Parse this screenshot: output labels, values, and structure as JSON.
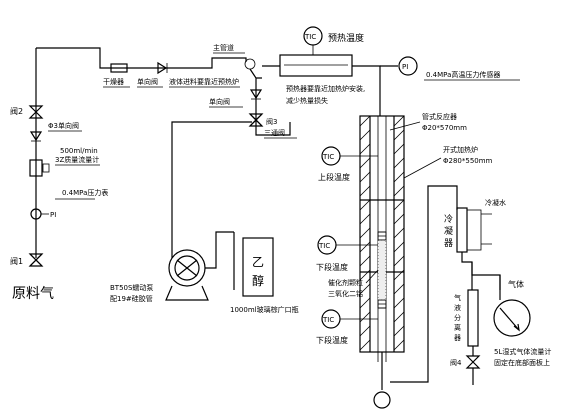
{
  "labels": {
    "raw_gas": "原料气",
    "valve1": "阀1",
    "valve2": "阀2",
    "valve3": "阀3",
    "valve4": "阀4",
    "pressure_gauge_left": "0.4MPa压力表",
    "mass_flowmeter_range": "500ml/min",
    "mass_flowmeter": "3Z质量流量计",
    "phi3_check_valve": "Φ3单向阀",
    "dryer": "干燥器",
    "check_valve_top": "单向阀",
    "check_valve_mid": "单向阀",
    "liquid_feed_note": "液体进料要靠近预热炉",
    "main_pipe": "主管道",
    "preheat_temp": "预热温度",
    "preheater_note_line1": "预热器要靠近加热炉安装,",
    "preheater_note_line2": "减少热量损失",
    "pressure_sensor_right": "0.4MPa高温压力传感器",
    "three_way_valve": "三通阀",
    "tube_reactor": "管式反应器",
    "tube_reactor_size": "Φ20*570mm",
    "split_furnace": "开式加热炉",
    "split_furnace_size": "Φ280*550mm",
    "upper_temp": "上段温度",
    "lower_temp_1": "下段温度",
    "lower_temp_2": "下段温度",
    "catalyst_line1": "催化剂颗粒",
    "catalyst_line2": "三氧化二铝",
    "condenser": "冷凝器",
    "cooling_water": "冷凝水",
    "gas_liquid_separator": "气液分离器",
    "pump_line1": "BT50S蠕动泵",
    "pump_line2": "配19#硅胶管",
    "ethanol_char1": "乙",
    "ethanol_char2": "醇",
    "bottle_label": "1000ml玻璃棕广口瓶",
    "gas_out": "气体",
    "wet_gas_meter_line1": "5L湿式气体流量计",
    "wet_gas_meter_line2": "固定在底部面板上",
    "tic": "TIC",
    "pi": "PI"
  }
}
